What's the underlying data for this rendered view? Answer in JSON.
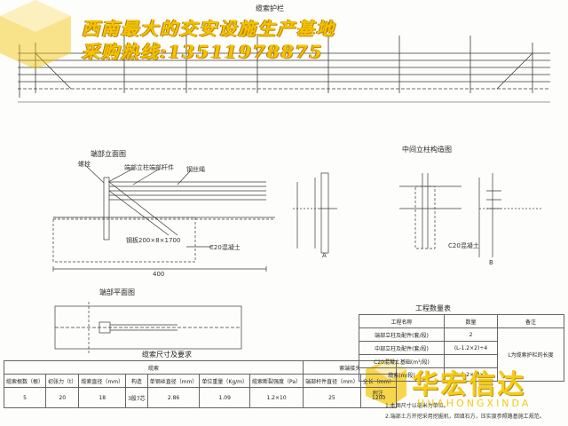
{
  "watermark": {
    "line1": "西南最大的交安设施生产基地",
    "line2": "采购热线:13511978875"
  },
  "top_title": "缆索护栏",
  "section_titles": {
    "end_elevation": "端部立面图",
    "middle_post": "中间立柱构造图",
    "end_plan": "端部平面图",
    "cable_spec": "缆索尺寸及要求",
    "quantity": "工程数量表"
  },
  "labels": {
    "bolt": "螺栓",
    "end_post": "端部立柱",
    "end_anchor_rod": "端部杆件",
    "steel_cable": "钢丝绳",
    "plate": "钢板200×8×1700",
    "concrete_c20_a": "C20混凝土",
    "concrete_c20_b": "C20混凝土",
    "dim_bottom": "400",
    "mark_a": "A",
    "mark_b": "B"
  },
  "cable_table": {
    "group_cable": "缆索",
    "group_anchor": "索端接头",
    "headers": [
      "缆索根数（根）",
      "初张力（t）",
      "缆索直径（mm）",
      "构造",
      "单钢丝直径（mm）",
      "单位重量（Kg/m）",
      "缆索断裂强度（Pa）",
      "端部杆件直径（mm）",
      "全长（mm）"
    ],
    "row": [
      "5",
      "20",
      "18",
      "3股7芯",
      "2.86",
      "1.09",
      "1.2×10",
      "25",
      "1200"
    ]
  },
  "quantity_table": {
    "headers": [
      "工程名称",
      "数量",
      "备注"
    ],
    "rows": [
      [
        "端部立柱及配件(套/段)",
        "2",
        ""
      ],
      [
        "中部立柱及配件(套/段)",
        "(L-1.2×2)÷4",
        ""
      ],
      [
        "C20混凝土基础(m³/段)",
        "",
        ""
      ],
      [
        "缆索(m/段)",
        "(L-1.2×2)×5",
        ""
      ]
    ],
    "remark": "L为缆索护栏的长度"
  },
  "notes": {
    "title": "附注",
    "n1": "1.本图尺寸以毫米为单位。",
    "n2": "2.端部土方开挖采用挖掘机，回填石方，压实度参照路基施工规范。"
  },
  "logo": {
    "cn": "华宏信达",
    "en": "HUAHONGXINDA"
  },
  "colors": {
    "line": "#3a3a3a",
    "watermark": "#f2c400",
    "logo": "#f7c800"
  }
}
